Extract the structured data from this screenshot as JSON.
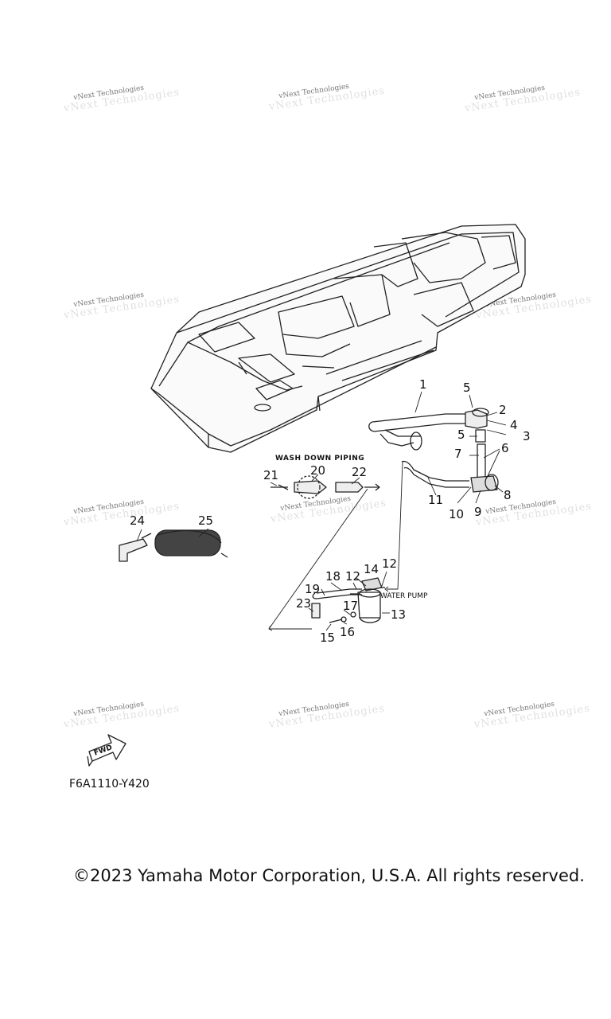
{
  "watermark": "vNext Technologies",
  "section_label": "WASH DOWN PIPING",
  "water_pump_label": "WATER PUMP",
  "fwd_label": "FWD",
  "diagram_code": "F6A1110-Y420",
  "copyright": "©2023 Yamaha Motor Corporation, U.S.A. All rights reserved.",
  "callouts": [
    "1",
    "2",
    "3",
    "4",
    "5",
    "5",
    "6",
    "7",
    "8",
    "9",
    "10",
    "11",
    "12",
    "12",
    "13",
    "14",
    "15",
    "16",
    "17",
    "18",
    "19",
    "20",
    "21",
    "22",
    "23",
    "24",
    "25"
  ],
  "colors": {
    "line": "#222222",
    "watermark": "#777777"
  }
}
